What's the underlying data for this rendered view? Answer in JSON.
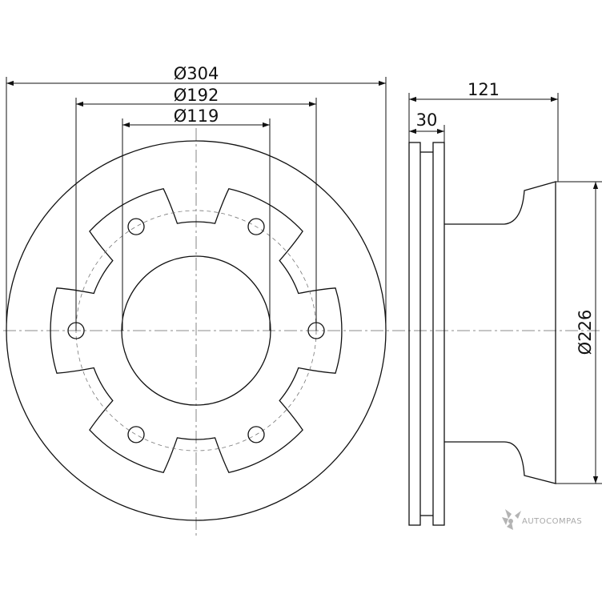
{
  "dimensions": {
    "outer_diameter": "Ø304",
    "bolt_circle_diameter": "Ø192",
    "center_bore_diameter": "Ø119",
    "total_height": "121",
    "disc_thickness": "30",
    "hat_diameter": "Ø226"
  },
  "watermark": {
    "text": "AUTOCOMPAS"
  },
  "colors": {
    "line": "#111111",
    "center_line": "#666666",
    "watermark": "#a8a8a8"
  }
}
